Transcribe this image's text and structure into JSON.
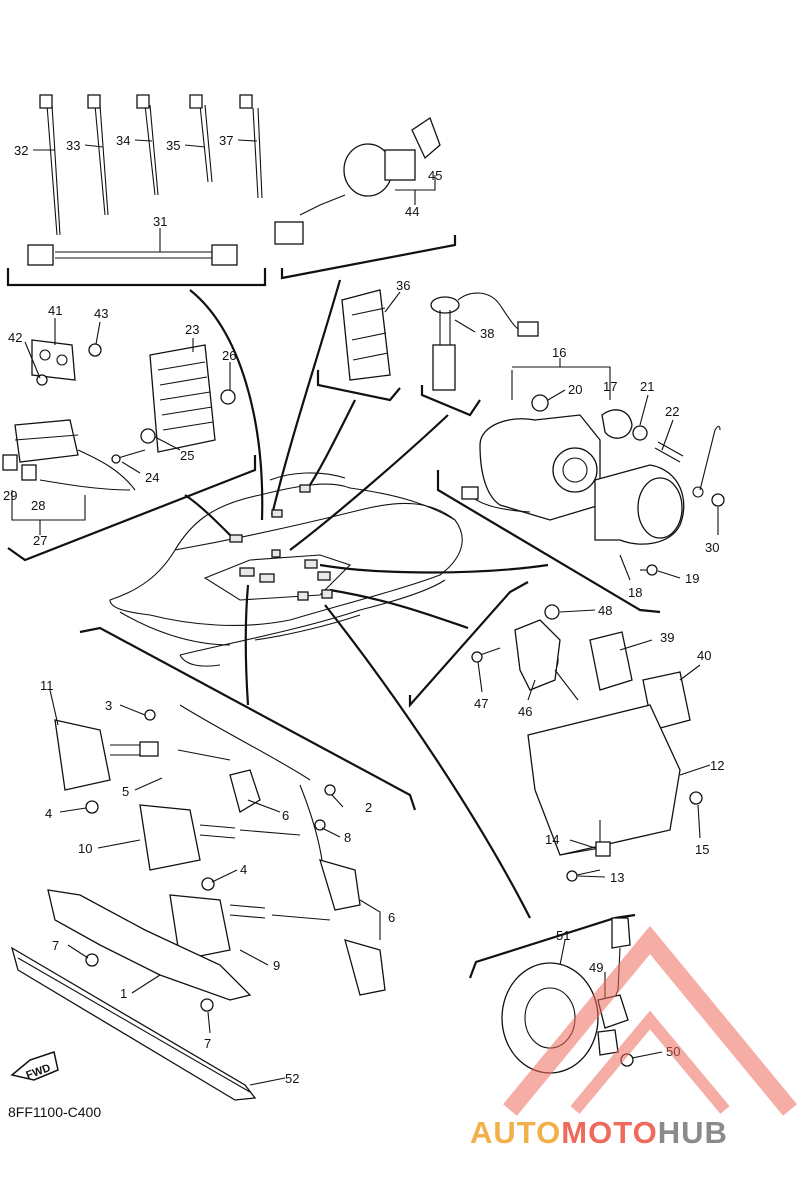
{
  "diagram_code": "8FF1100-C400",
  "fwd_label": "FWD",
  "watermark": {
    "part1": "AUTO",
    "part2": "MOTO",
    "part3": "HUB",
    "color1": "#f2b04a",
    "color2": "#ee6a5c",
    "color3": "#8a8a8a"
  },
  "callouts": [
    {
      "id": "c32",
      "text": "32"
    },
    {
      "id": "c33",
      "text": "33"
    },
    {
      "id": "c34",
      "text": "34"
    },
    {
      "id": "c35",
      "text": "35"
    },
    {
      "id": "c37",
      "text": "37"
    },
    {
      "id": "c31",
      "text": "31"
    },
    {
      "id": "c44",
      "text": "44"
    },
    {
      "id": "c45",
      "text": "45"
    },
    {
      "id": "c41",
      "text": "41"
    },
    {
      "id": "c43",
      "text": "43"
    },
    {
      "id": "c42",
      "text": "42"
    },
    {
      "id": "c23",
      "text": "23"
    },
    {
      "id": "c26",
      "text": "26"
    },
    {
      "id": "c25",
      "text": "25"
    },
    {
      "id": "c24",
      "text": "24"
    },
    {
      "id": "c29",
      "text": "29"
    },
    {
      "id": "c28",
      "text": "28"
    },
    {
      "id": "c27",
      "text": "27"
    },
    {
      "id": "c36",
      "text": "36"
    },
    {
      "id": "c38",
      "text": "38"
    },
    {
      "id": "c16",
      "text": "16"
    },
    {
      "id": "c20",
      "text": "20"
    },
    {
      "id": "c17",
      "text": "17"
    },
    {
      "id": "c21",
      "text": "21"
    },
    {
      "id": "c22",
      "text": "22"
    },
    {
      "id": "c30",
      "text": "30"
    },
    {
      "id": "c19",
      "text": "19"
    },
    {
      "id": "c18",
      "text": "18"
    },
    {
      "id": "c48",
      "text": "48"
    },
    {
      "id": "c39",
      "text": "39"
    },
    {
      "id": "c40",
      "text": "40"
    },
    {
      "id": "c47",
      "text": "47"
    },
    {
      "id": "c46",
      "text": "46"
    },
    {
      "id": "c12",
      "text": "12"
    },
    {
      "id": "c14",
      "text": "14"
    },
    {
      "id": "c15",
      "text": "15"
    },
    {
      "id": "c13",
      "text": "13"
    },
    {
      "id": "c11",
      "text": "11"
    },
    {
      "id": "c3",
      "text": "3"
    },
    {
      "id": "c5",
      "text": "5"
    },
    {
      "id": "c2",
      "text": "2"
    },
    {
      "id": "c4a",
      "text": "4"
    },
    {
      "id": "c6a",
      "text": "6"
    },
    {
      "id": "c8",
      "text": "8"
    },
    {
      "id": "c10",
      "text": "10"
    },
    {
      "id": "c4b",
      "text": "4"
    },
    {
      "id": "c6b",
      "text": "6"
    },
    {
      "id": "c7a",
      "text": "7"
    },
    {
      "id": "c9",
      "text": "9"
    },
    {
      "id": "c1",
      "text": "1"
    },
    {
      "id": "c7b",
      "text": "7"
    },
    {
      "id": "c52",
      "text": "52"
    },
    {
      "id": "c51",
      "text": "51"
    },
    {
      "id": "c49",
      "text": "49"
    },
    {
      "id": "c50",
      "text": "50"
    }
  ]
}
